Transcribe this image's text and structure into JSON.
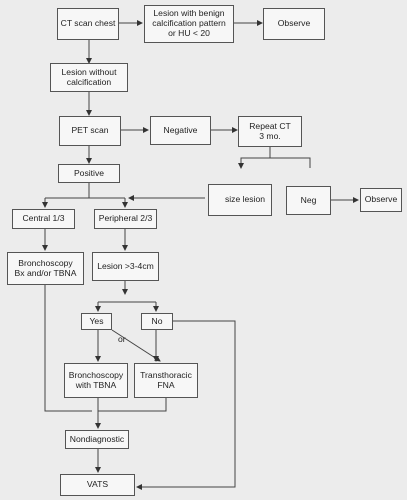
{
  "nodes": {
    "ct_scan": "CT scan chest",
    "benign": "Lesion with benign\ncalcification pattern\nor HU < 20",
    "observe_top": "Observe",
    "no_calc": "Lesion without\ncalcification",
    "pet": "PET scan",
    "negative": "Negative",
    "repeat_ct": "Repeat CT\n3 mo.",
    "positive": "Positive",
    "size_lesion": "size lesion",
    "neg": "Neg",
    "observe_right": "Observe",
    "central": "Central 1/3",
    "peripheral": "Peripheral 2/3",
    "bronch_bx": "Bronchoscopy\nBx and/or TBNA",
    "lesion_size": "Lesion >3-4cm",
    "yes": "Yes",
    "no": "No",
    "bronch_tbna": "Bronchoscopy\nwith TBNA",
    "transthoracic": "Transthoracic\nFNA",
    "nondiagnostic": "Nondiagnostic",
    "vats": "VATS"
  },
  "labels": {
    "or": "or"
  }
}
